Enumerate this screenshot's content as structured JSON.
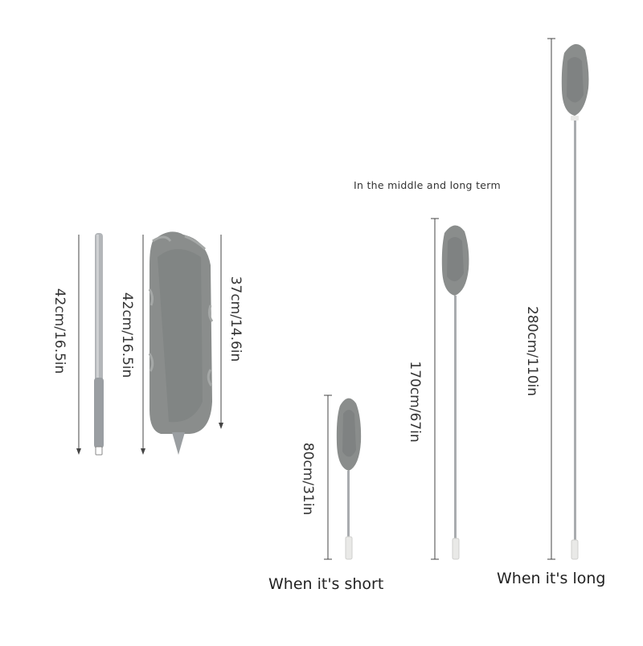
{
  "measurements": {
    "handle": "42cm/16.5in",
    "duster_with_base": "42cm/16.5in",
    "duster_head": "37cm/14.6in",
    "short": "80cm/31in",
    "middle": "170cm/67in",
    "long": "280cm/110in"
  },
  "captions": {
    "middle_note": "In the middle and long term",
    "short": "When it's short",
    "long": "When it's long"
  },
  "colors": {
    "fluff": "#8a8d8c",
    "fluff_dark": "#6f7271",
    "pole": "#a9acaf",
    "grip": "#e9e9e7",
    "line": "#444444"
  }
}
